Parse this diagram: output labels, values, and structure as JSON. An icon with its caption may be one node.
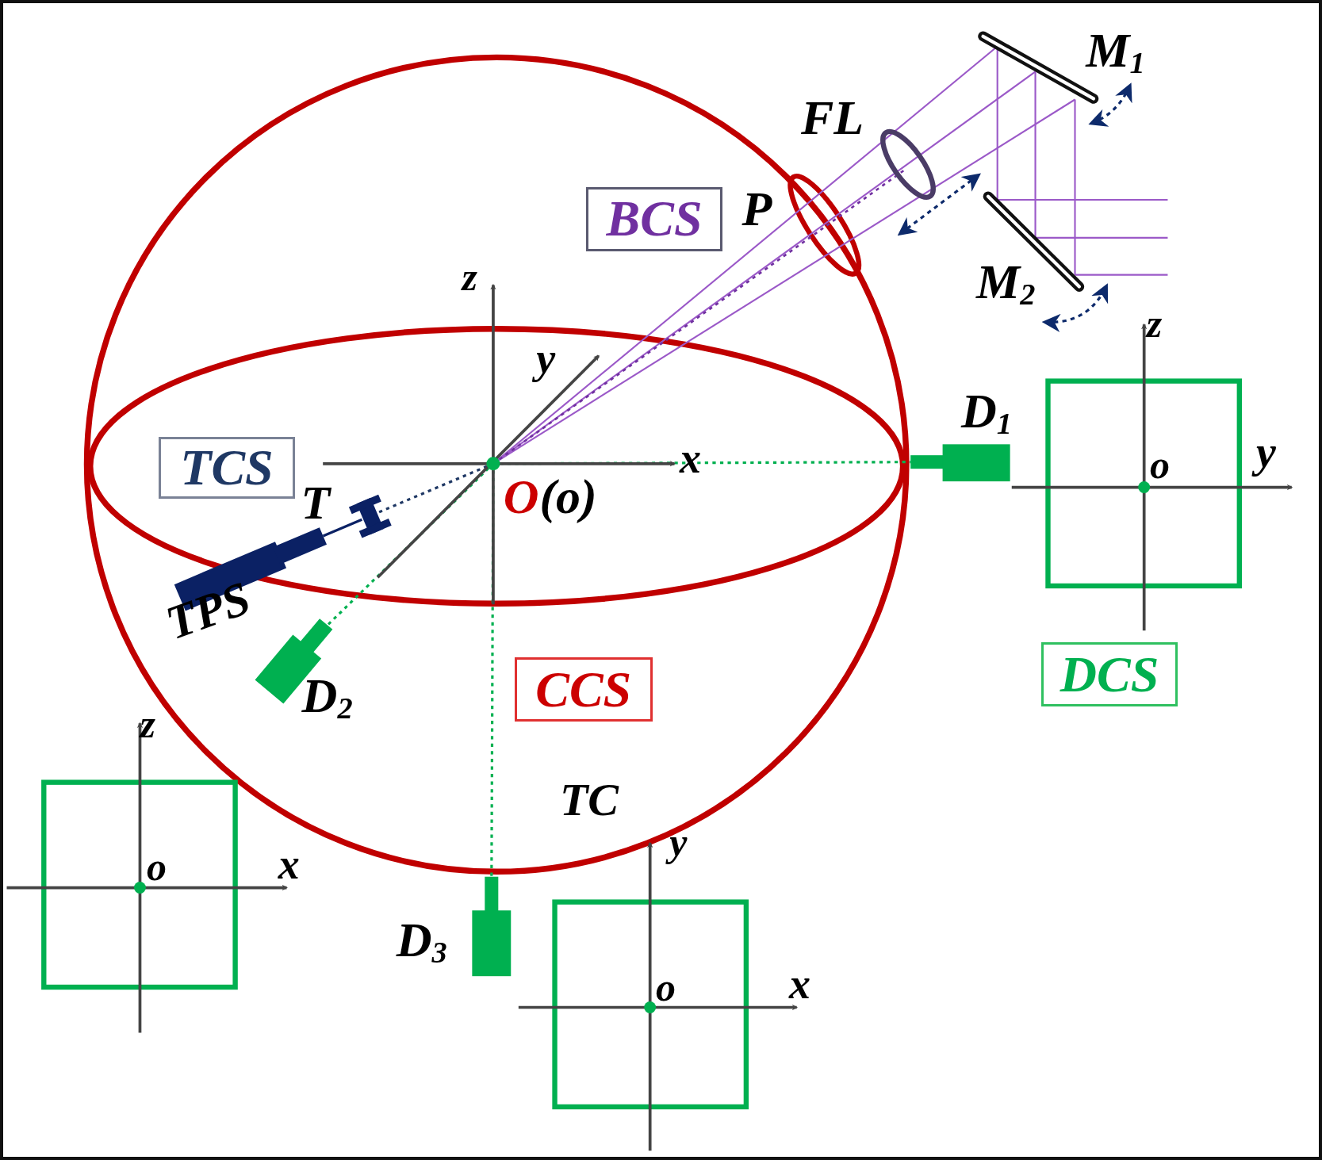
{
  "diagram": {
    "nodes": [
      {
        "text": [
          "BCS"
        ]
      },
      {
        "text": [
          "TCS"
        ]
      },
      {
        "text": [
          "CCS"
        ]
      },
      {
        "text": [
          "DCS"
        ]
      },
      {
        "text": [],
        "shape": "circle"
      },
      {
        "text": [],
        "shape": "box",
        "beside": [
          "D$_{1}$"
        ]
      },
      {
        "text": [],
        "shape": "box",
        "beside": [
          "D$_{2}$"
        ]
      },
      {
        "text": [],
        "shape": "box",
        "beside": [
          "D$_{3}$"
        ]
      },
      {
        "text": [],
        "shape": "box",
        "beside": [
          "T"
        ]
      }
    ],
    "edges": [
      {
        "from": 4,
        "to": 5,
        "arrow": "none",
        "style": "dashed",
        "color": "#00b050"
      },
      {
        "from": 4,
        "to": 6,
        "arrow": "none",
        "style": "dashed",
        "color": "#00b050"
      },
      {
        "from": 4,
        "to": 7,
        "arrow": "none",
        "style": "dashed",
        "color": "#00b050"
      },
      {
        "from": 4,
        "to": 8,
        "arrow": "none",
        "style": "dashed",
        "color": "#1f3864"
      }
    ],
    "labels": [
      "M$_{1}$",
      "FL",
      "P",
      "M$_{2}$",
      "z",
      "z",
      "y",
      "x",
      "o",
      "y",
      "O",
      "(o)",
      "TPS",
      "z",
      "TC",
      "y",
      "o",
      "x",
      "o",
      "x"
    ]
  }
}
